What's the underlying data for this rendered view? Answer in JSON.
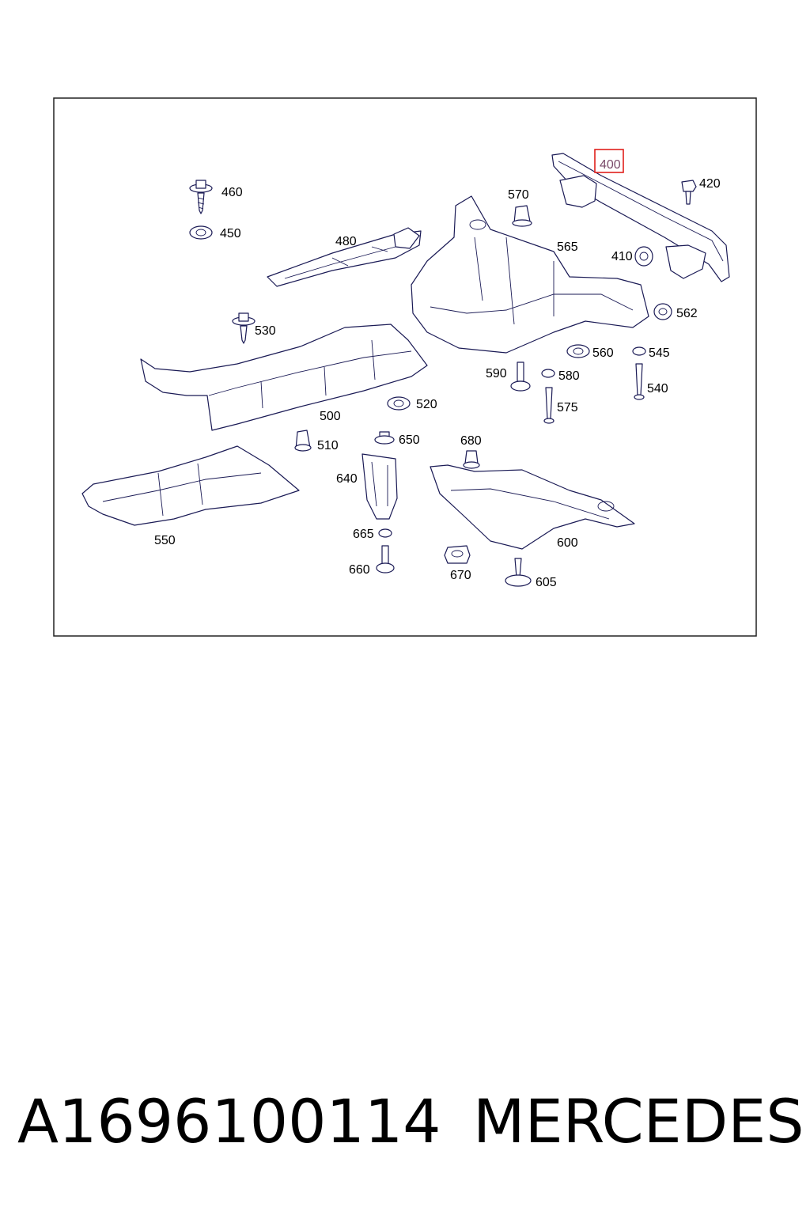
{
  "diagram": {
    "highlighted": "400",
    "highlight_color": "#e0201c",
    "line_color": "#1a1a55",
    "callouts": {
      "c400": "400",
      "c420": "420",
      "c410": "410",
      "c460": "460",
      "c450": "450",
      "c570": "570",
      "c565": "565",
      "c480": "480",
      "c562": "562",
      "c530": "530",
      "c560": "560",
      "c545": "545",
      "c590": "590",
      "c580": "580",
      "c540": "540",
      "c575": "575",
      "c500": "500",
      "c520": "520",
      "c510": "510",
      "c650": "650",
      "c680": "680",
      "c640": "640",
      "c550": "550",
      "c665": "665",
      "c600": "600",
      "c660": "660",
      "c670": "670",
      "c605": "605"
    }
  },
  "footer": {
    "part_number": "A1696100114",
    "brand": "MERCEDES"
  }
}
